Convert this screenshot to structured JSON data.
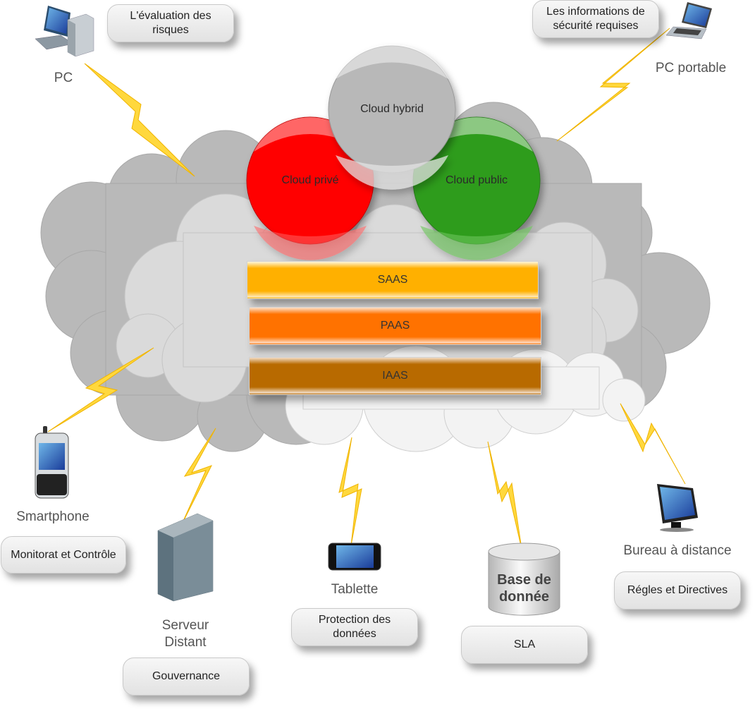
{
  "title": "Cloud computing security diagram",
  "cloud_models": {
    "private": {
      "label": "Cloud privé",
      "color": "#ff0000"
    },
    "hybrid": {
      "label": "Cloud hybrid",
      "color": "#b8b8b8"
    },
    "public": {
      "label": "Cloud public",
      "color": "#2e9c1c"
    }
  },
  "service_layers": [
    {
      "label": "SAAS",
      "color": "#ffb000"
    },
    {
      "label": "PAAS",
      "color": "#ff7200"
    },
    {
      "label": "IAAS",
      "color": "#b86a00"
    }
  ],
  "devices": {
    "pc": {
      "label": "PC",
      "note": "L'évaluation des risques"
    },
    "laptop": {
      "label": "PC portable",
      "note": "Les informations de sécurité requises"
    },
    "smartphone": {
      "label": "Smartphone",
      "note": "Monitorat et Contrôle"
    },
    "server": {
      "label": "Serveur Distant",
      "note": "Gouvernance"
    },
    "tablet": {
      "label": "Tablette",
      "note": "Protection des données"
    },
    "database": {
      "label": "Base de\ndonnée",
      "note": "SLA"
    },
    "remote_desktop": {
      "label": "Bureau à distance",
      "note": "Régles et Directives"
    }
  },
  "colors": {
    "lightning": "#ffd83d",
    "lightning_stroke": "#f0b400",
    "cloud_outer": "#b9b9b9",
    "cloud_mid": "#dadada",
    "cloud_inner": "#f3f3f3"
  }
}
